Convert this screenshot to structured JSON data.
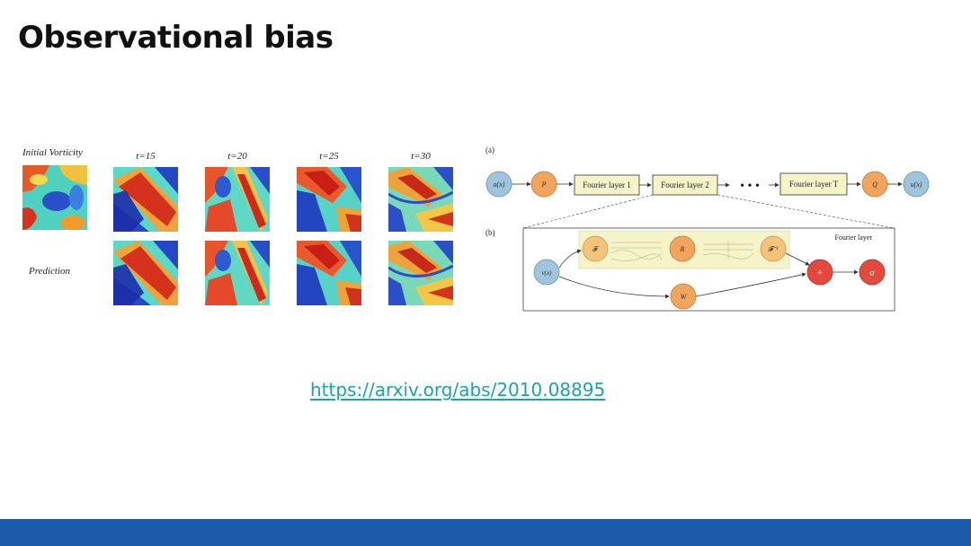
{
  "slide": {
    "title": "Observational bias",
    "link": "https://arxiv.org/abs/2010.08895"
  },
  "vorticity_figure": {
    "initial_label": "Initial Vorticity",
    "prediction_label": "Prediction",
    "time_labels": [
      "t=15",
      "t=20",
      "t=25",
      "t=30"
    ]
  },
  "fno_diagram": {
    "panel_a_label": "(a)",
    "panel_b_label": "(b)",
    "input_label": "a(x)",
    "output_label": "u(x)",
    "lift_label": "P",
    "project_label": "Q",
    "layer_labels": [
      "Fourier layer 1",
      "Fourier layer 2",
      "Fourier layer T"
    ],
    "ellipsis": "• • •",
    "fourier_layer_title": "Fourier layer",
    "v_label": "v(x)",
    "fft_label": "𝓕",
    "r_label": "R",
    "ifft_label": "𝓕⁻¹",
    "w_label": "W",
    "sum_label": "+",
    "sigma_label": "σ"
  },
  "colors": {
    "footer": "#1b5aa8",
    "link": "#1aa3a9",
    "node_orange": "#f0a45c",
    "node_blue": "#9ec5dc",
    "node_red": "#e3493c",
    "box_fill": "#f5f3c8"
  }
}
